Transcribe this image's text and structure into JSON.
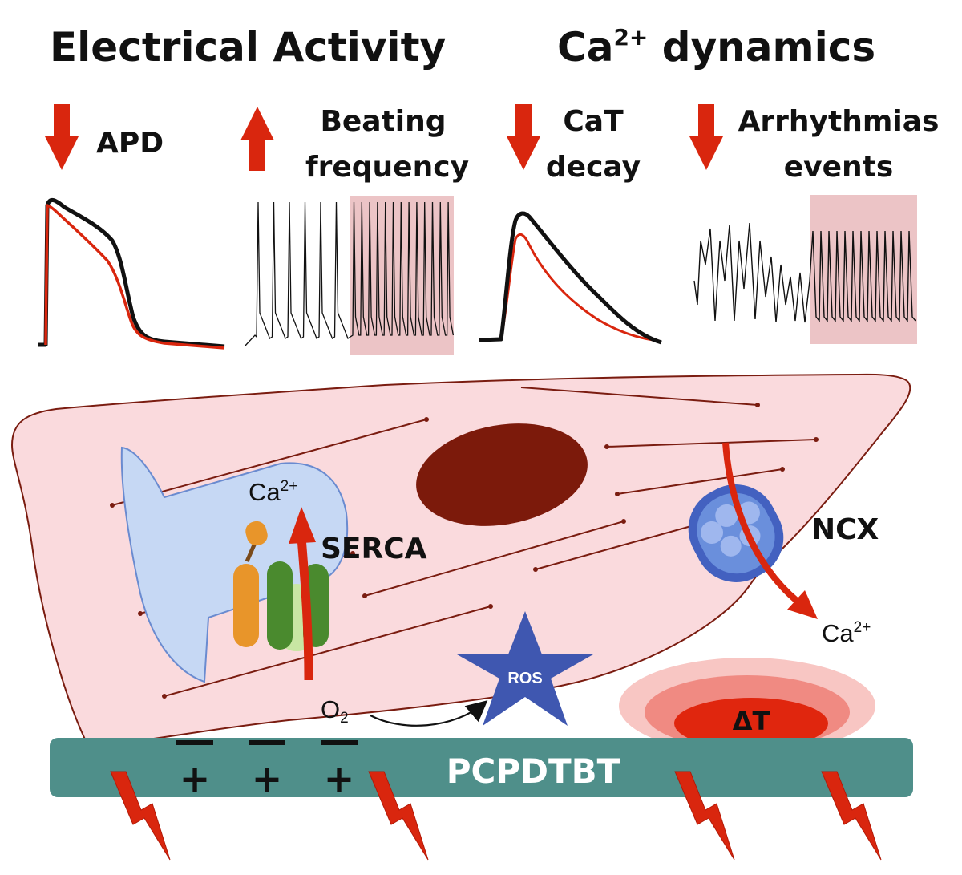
{
  "headings": {
    "electrical": "Electrical Activity",
    "calcium_base": "Ca",
    "calcium_sup": "2+",
    "calcium_rest": " dynamics"
  },
  "effects": {
    "apd": {
      "label": "APD",
      "direction": "down"
    },
    "beating": {
      "line1": "Beating",
      "line2": "frequency",
      "direction": "up"
    },
    "cat": {
      "line1": "CaT",
      "line2": "decay",
      "direction": "down"
    },
    "arrhythmias": {
      "line1": "Arrhythmias",
      "line2": "events",
      "direction": "down"
    }
  },
  "cell": {
    "serca_label": "SERCA",
    "ncx_label": "NCX",
    "ros_label": "ROS",
    "ca_base": "Ca",
    "ca_sup": "2+",
    "o2_base": "O",
    "o2_sub": "2",
    "delta_t": "ΔT"
  },
  "substrate": {
    "label": "PCPDTBT",
    "minus": "—",
    "plus": "+"
  },
  "colors": {
    "arrow_red": "#d9260e",
    "cell_fill": "#fadadd",
    "cell_stroke": "#7a1c10",
    "nucleus": "#7c1a0b",
    "sr_fill": "#c6d8f4",
    "polymer": "#4f8f8a",
    "ros_star": "#3f57b0",
    "highlight_box": "#ecc4c6",
    "trace_control": "#111111",
    "trace_treated": "#d9260e"
  }
}
